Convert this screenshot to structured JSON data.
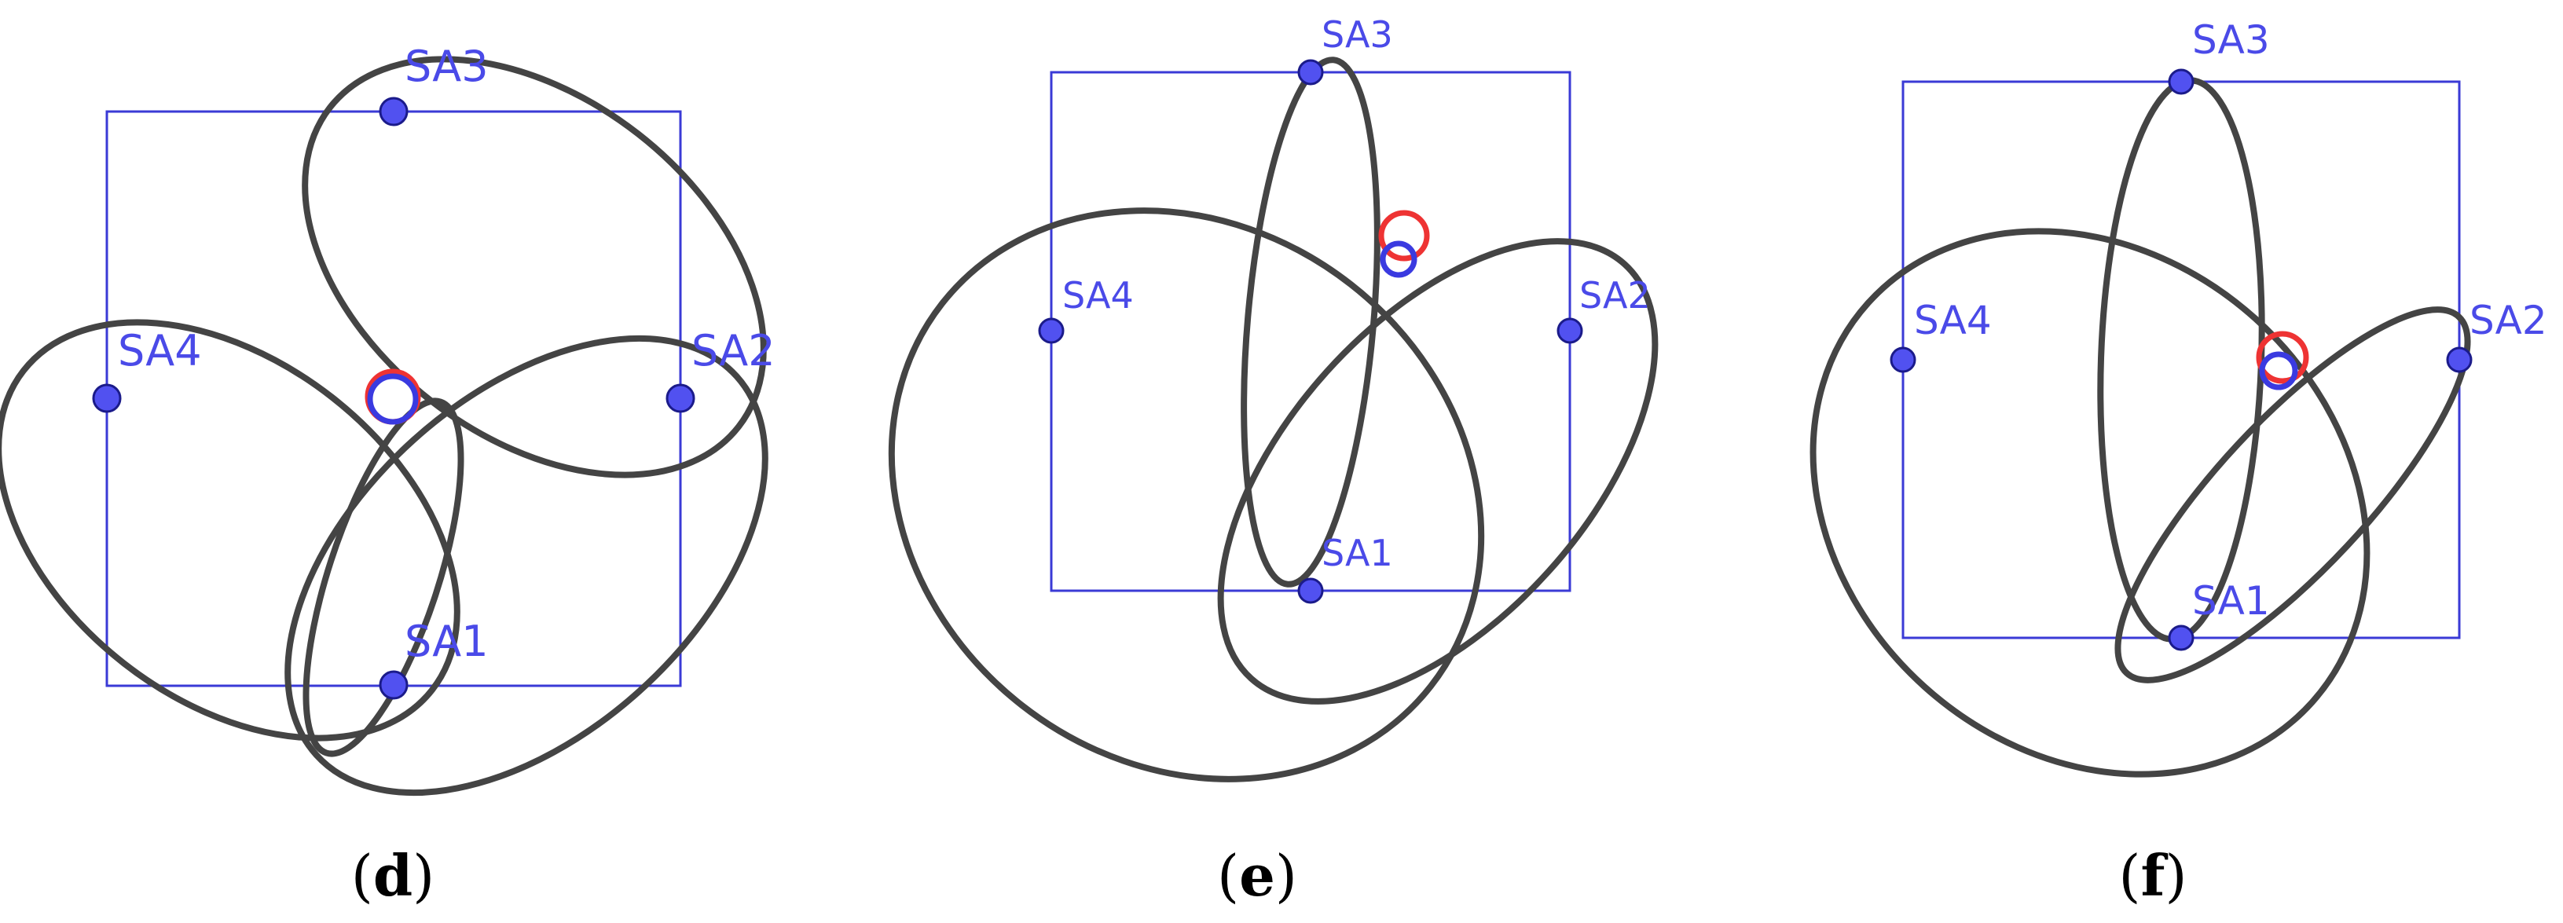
{
  "panels": [
    {
      "id": "d",
      "caption": {
        "open": "(",
        "letter": "d",
        "close": ")"
      },
      "sensors": [
        {
          "label": "SA1"
        },
        {
          "label": "SA2"
        },
        {
          "label": "SA3"
        },
        {
          "label": "SA4"
        }
      ]
    },
    {
      "id": "e",
      "caption": {
        "open": "(",
        "letter": "e",
        "close": ")"
      },
      "sensors": [
        {
          "label": "SA1"
        },
        {
          "label": "SA2"
        },
        {
          "label": "SA3"
        },
        {
          "label": "SA4"
        }
      ]
    },
    {
      "id": "f",
      "caption": {
        "open": "(",
        "letter": "f",
        "close": ")"
      },
      "sensors": [
        {
          "label": "SA1"
        },
        {
          "label": "SA2"
        },
        {
          "label": "SA3"
        },
        {
          "label": "SA4"
        }
      ]
    }
  ],
  "colors": {
    "frame": "#3a3ad6",
    "ellipse": "#444444",
    "sensor": "#5151f0",
    "label": "#4a4ae8",
    "estimate_red": "#ee3333",
    "estimate_blue": "#3a3ae0"
  }
}
